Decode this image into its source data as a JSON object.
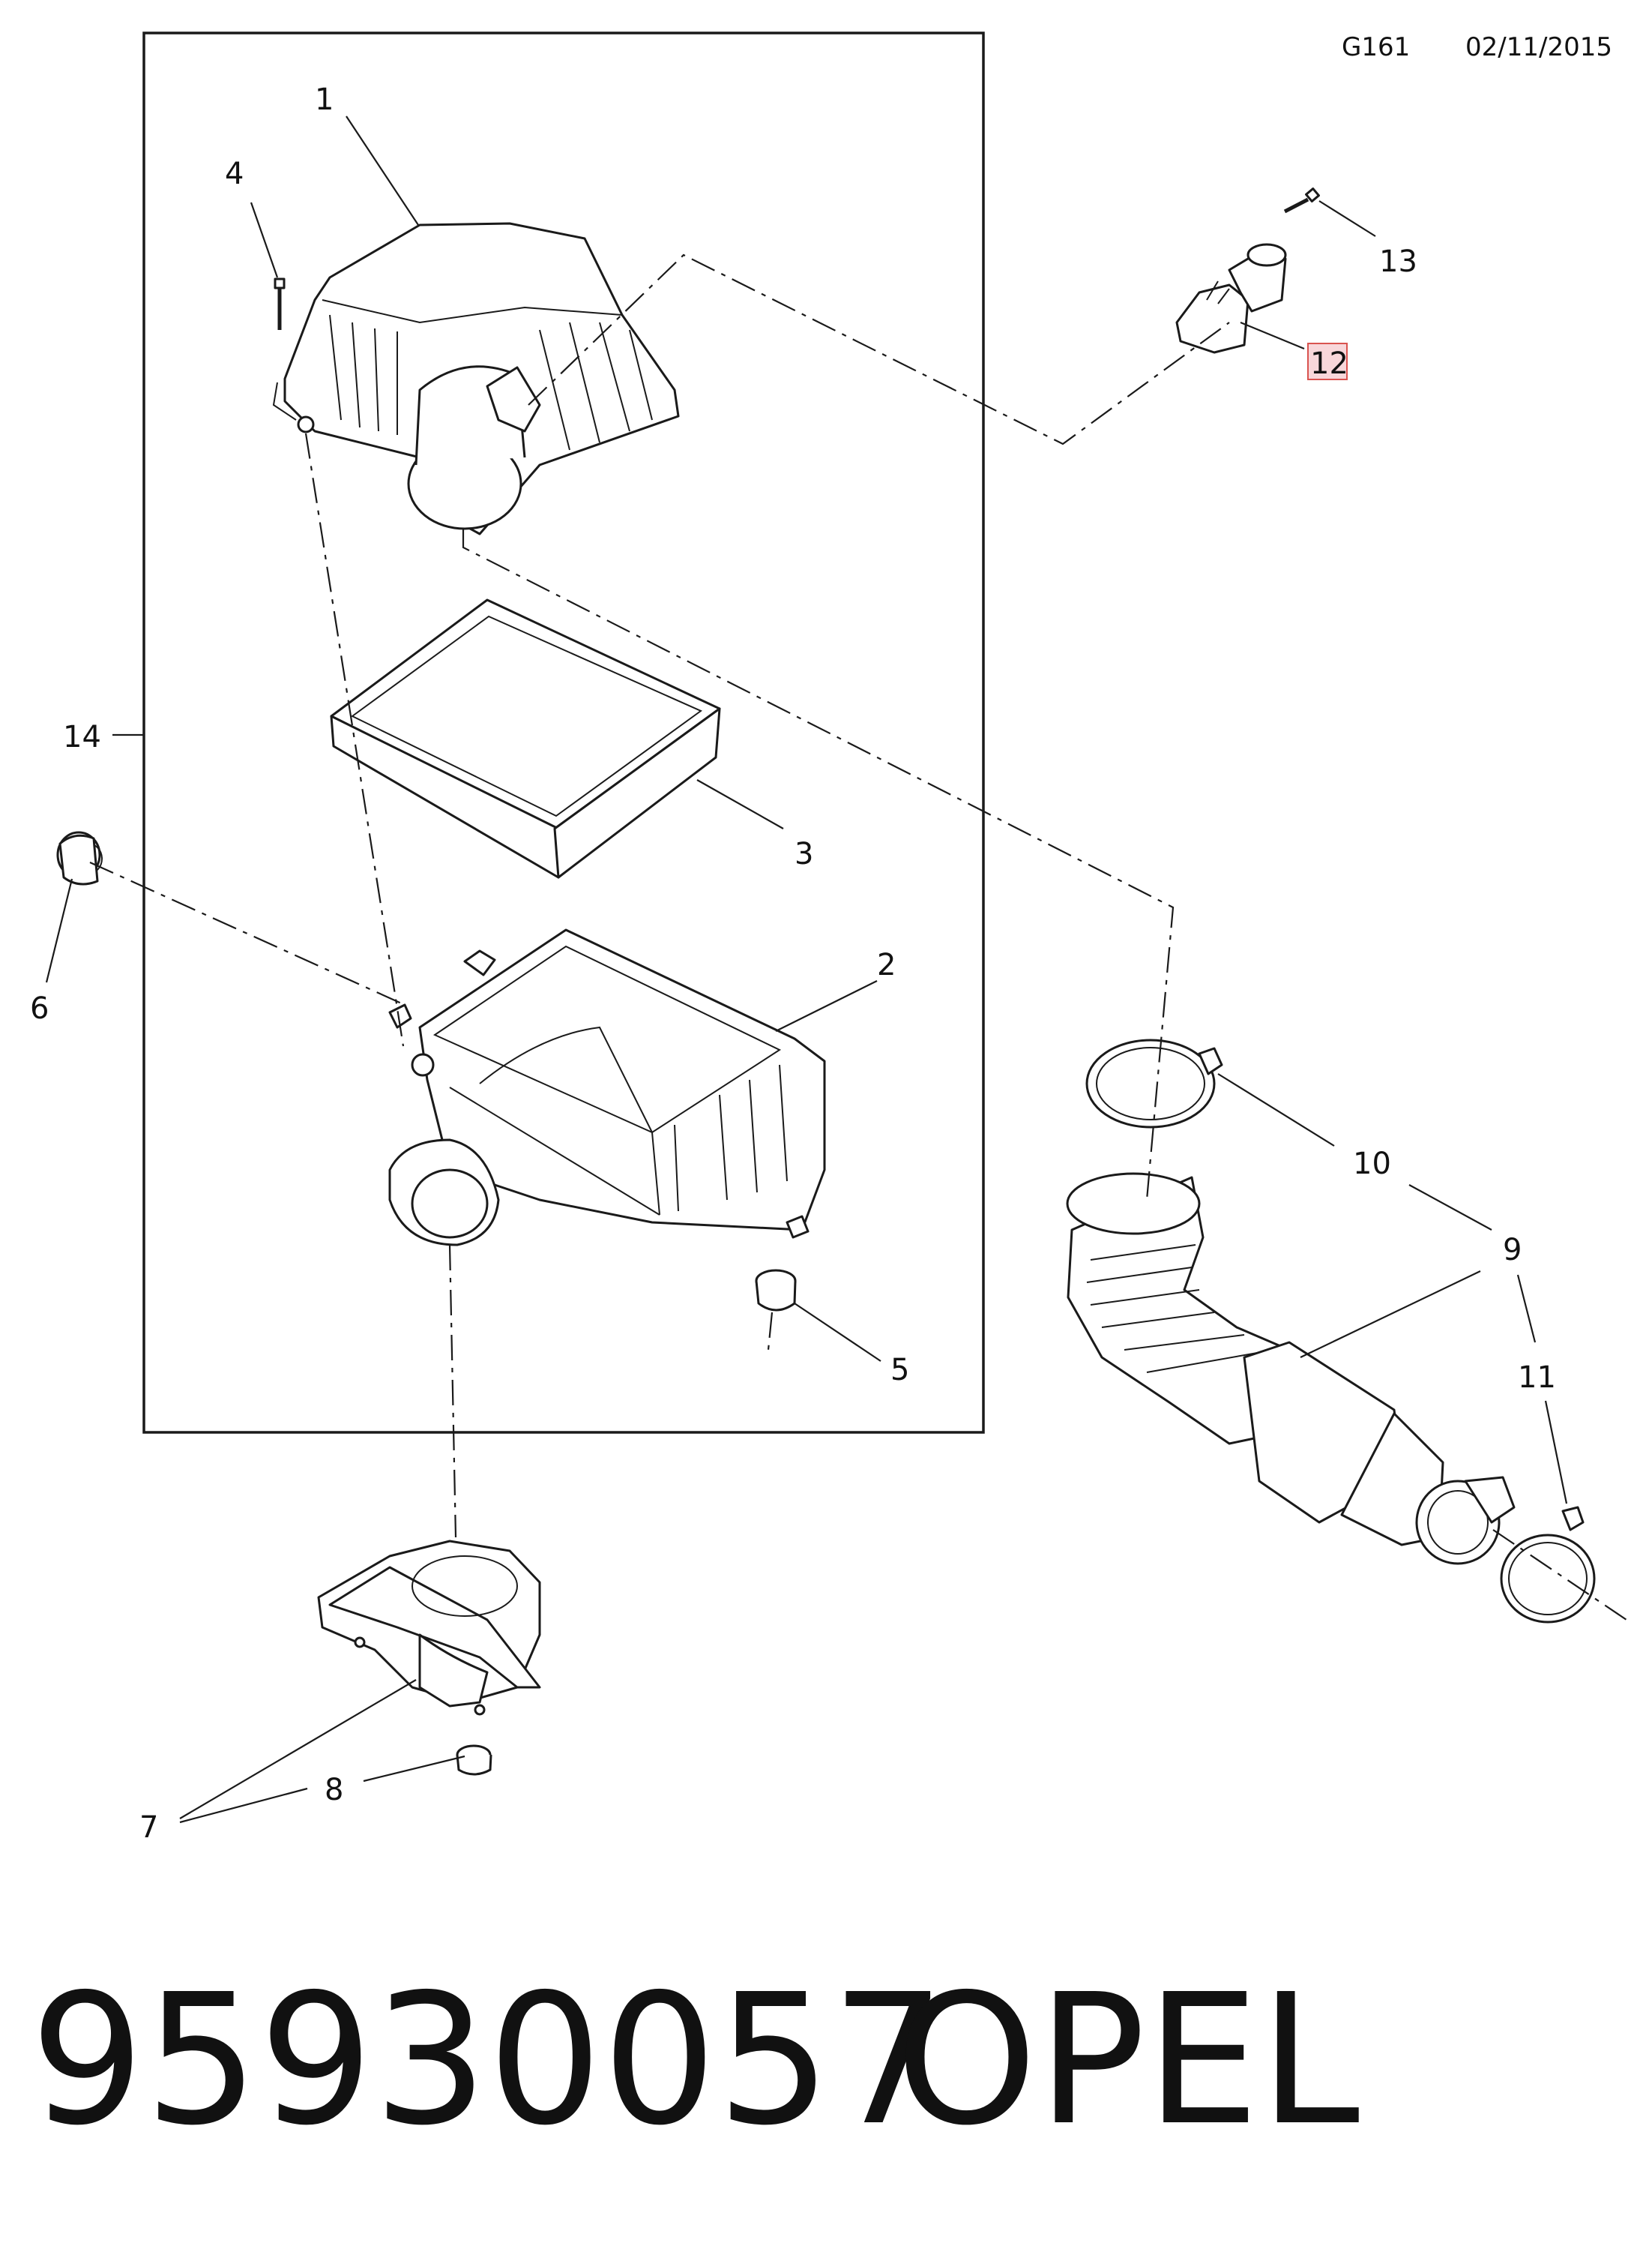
{
  "header": {
    "code": "G161",
    "date": "02/11/2015"
  },
  "callouts": {
    "c1": "1",
    "c2": "2",
    "c3": "3",
    "c4": "4",
    "c5": "5",
    "c6": "6",
    "c7": "7",
    "c8": "8",
    "c9": "9",
    "c10": "10",
    "c11": "11",
    "c12": "12",
    "c13": "13",
    "c14": "14"
  },
  "footer": {
    "part_number": "95930057",
    "brand": "OPEL"
  },
  "colors": {
    "ink": "#1a1a1a",
    "highlight_fill": "#f8d7da",
    "highlight_stroke": "#d9534f"
  }
}
